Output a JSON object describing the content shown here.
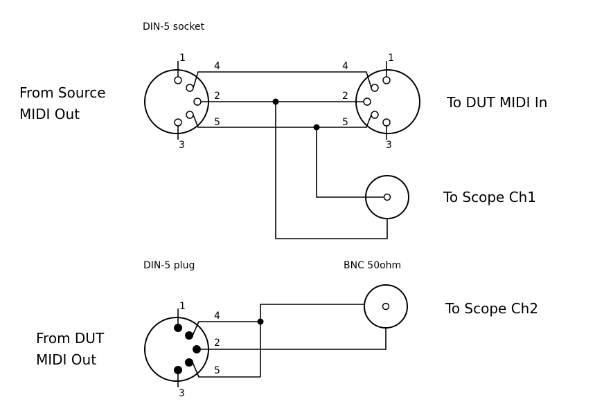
{
  "labels": {
    "din_socket": "DIN-5 socket",
    "din_plug": "DIN-5 plug",
    "bnc": "BNC 50ohm",
    "from_source_line1": "From Source",
    "from_source_line2": "MIDI Out",
    "to_dut": "To DUT MIDI In",
    "scope_ch1": "To Scope Ch1",
    "scope_ch2": "To Scope Ch2",
    "from_dut_line1": "From DUT",
    "from_dut_line2": "MIDI Out"
  },
  "pins": {
    "p1": "1",
    "p2": "2",
    "p3": "3",
    "p4": "4",
    "p5": "5"
  }
}
